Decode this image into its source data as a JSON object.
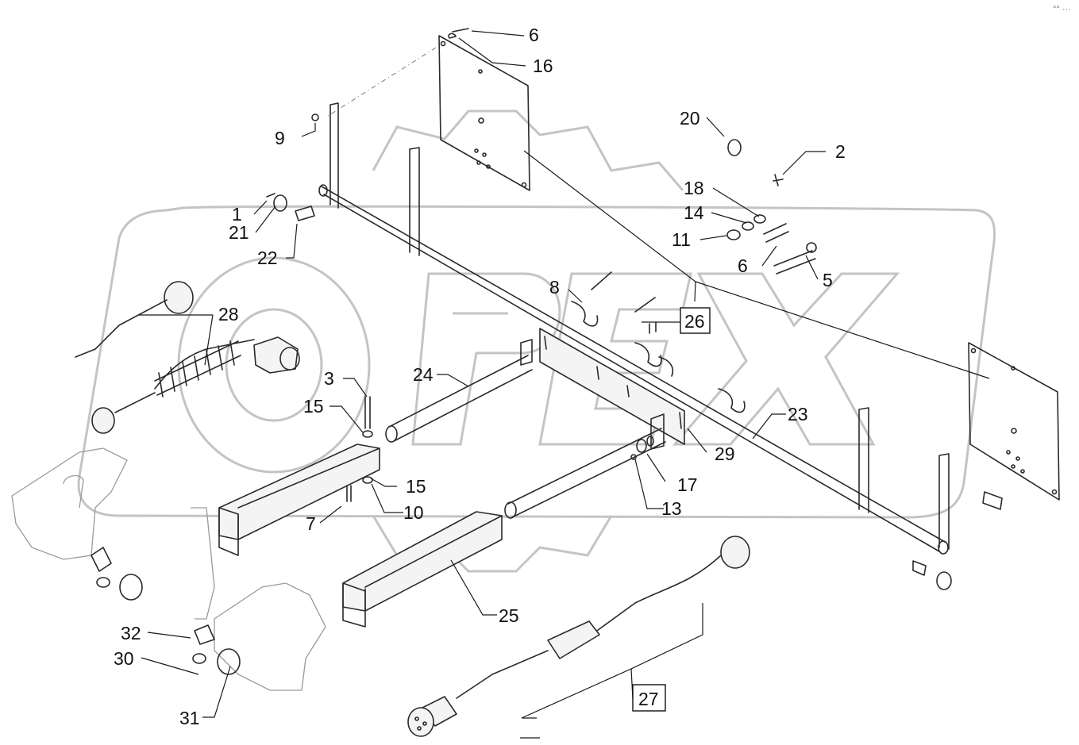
{
  "watermark": "OPEX",
  "corner_mark": "°° ···",
  "callouts": [
    {
      "id": "c6a",
      "label": "6"
    },
    {
      "id": "c16",
      "label": "16"
    },
    {
      "id": "c9",
      "label": "9"
    },
    {
      "id": "c20",
      "label": "20"
    },
    {
      "id": "c2",
      "label": "2"
    },
    {
      "id": "c18",
      "label": "18"
    },
    {
      "id": "c14",
      "label": "14"
    },
    {
      "id": "c11",
      "label": "11"
    },
    {
      "id": "c6b",
      "label": "6"
    },
    {
      "id": "c5",
      "label": "5"
    },
    {
      "id": "c1",
      "label": "1"
    },
    {
      "id": "c21",
      "label": "21"
    },
    {
      "id": "c22",
      "label": "22"
    },
    {
      "id": "c28",
      "label": "28"
    },
    {
      "id": "c8",
      "label": "8"
    },
    {
      "id": "c26",
      "label": "26",
      "boxed": true
    },
    {
      "id": "c3",
      "label": "3"
    },
    {
      "id": "c24",
      "label": "24"
    },
    {
      "id": "c15a",
      "label": "15"
    },
    {
      "id": "c23",
      "label": "23"
    },
    {
      "id": "c29",
      "label": "29"
    },
    {
      "id": "c15b",
      "label": "15"
    },
    {
      "id": "c17",
      "label": "17"
    },
    {
      "id": "c7",
      "label": "7"
    },
    {
      "id": "c10",
      "label": "10"
    },
    {
      "id": "c13",
      "label": "13"
    },
    {
      "id": "c25",
      "label": "25"
    },
    {
      "id": "c32",
      "label": "32"
    },
    {
      "id": "c30",
      "label": "30"
    },
    {
      "id": "c27",
      "label": "27",
      "boxed": true
    },
    {
      "id": "c31",
      "label": "31"
    }
  ]
}
